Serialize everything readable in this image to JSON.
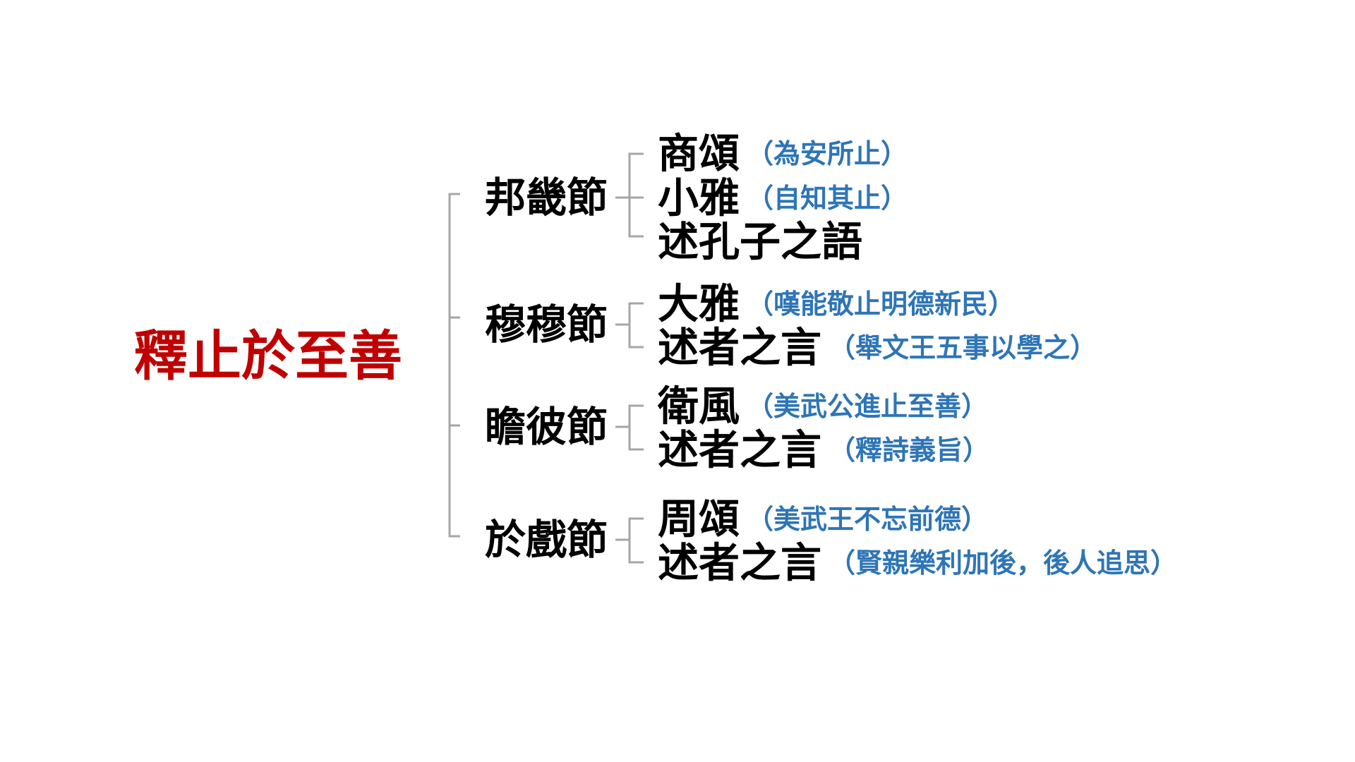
{
  "root": {
    "label": "釋止於至善"
  },
  "branches": [
    {
      "label": "邦畿節",
      "children": [
        {
          "label": "商頌",
          "note": "（為安所止）"
        },
        {
          "label": "小雅",
          "note": "（自知其止）"
        },
        {
          "label": "述孔子之語",
          "note": ""
        }
      ]
    },
    {
      "label": "穆穆節",
      "children": [
        {
          "label": "大雅",
          "note": "（嘆能敬止明德新民）"
        },
        {
          "label": "述者之言",
          "note": "（舉文王五事以學之）"
        }
      ]
    },
    {
      "label": "瞻彼節",
      "children": [
        {
          "label": "衛風",
          "note": "（美武公進止至善）"
        },
        {
          "label": "述者之言",
          "note": "（釋詩義旨）"
        }
      ]
    },
    {
      "label": "於戲節",
      "children": [
        {
          "label": "周頌",
          "note": "（美武王不忘前德）"
        },
        {
          "label": "述者之言",
          "note": "（賢親樂利加後，後人追思）"
        }
      ]
    }
  ],
  "colors": {
    "root_text": "#c00000",
    "branch_text": "#000000",
    "leaf_text": "#000000",
    "note_text": "#2e75b6",
    "connector": "#a6a6a6",
    "background": "#ffffff"
  }
}
